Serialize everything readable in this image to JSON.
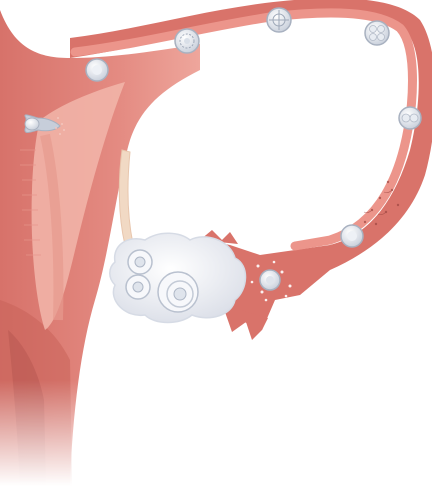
{
  "figure": {
    "subject": "fertilization-and-early-embryo-development-in-fallopian-tube",
    "stages": [
      {
        "id": "ovulated-egg",
        "icon": "egg-cell-icon"
      },
      {
        "id": "sperm-meeting-egg",
        "icon": "sperm-cluster-icon"
      },
      {
        "id": "fertilized-egg",
        "icon": "zygote-icon"
      },
      {
        "id": "two-cell-stage",
        "icon": "two-cell-embryo-icon"
      },
      {
        "id": "four-cell-stage",
        "icon": "four-cell-embryo-icon"
      },
      {
        "id": "morula",
        "icon": "morula-icon"
      },
      {
        "id": "blastocyst",
        "icon": "blastocyst-icon"
      },
      {
        "id": "implanting-blastocyst",
        "icon": "implanting-blastocyst-icon"
      }
    ],
    "colors": {
      "tube_outer": "#d9736a",
      "tube_inner": "#ea8f86",
      "uterus_wall": "#e0857c",
      "uterus_shade": "#c9655d",
      "endometrium": "#f0b3a8",
      "ovary": "#eef0f6",
      "ligament": "#f1d9c4",
      "cell": "#e8edf5"
    }
  }
}
